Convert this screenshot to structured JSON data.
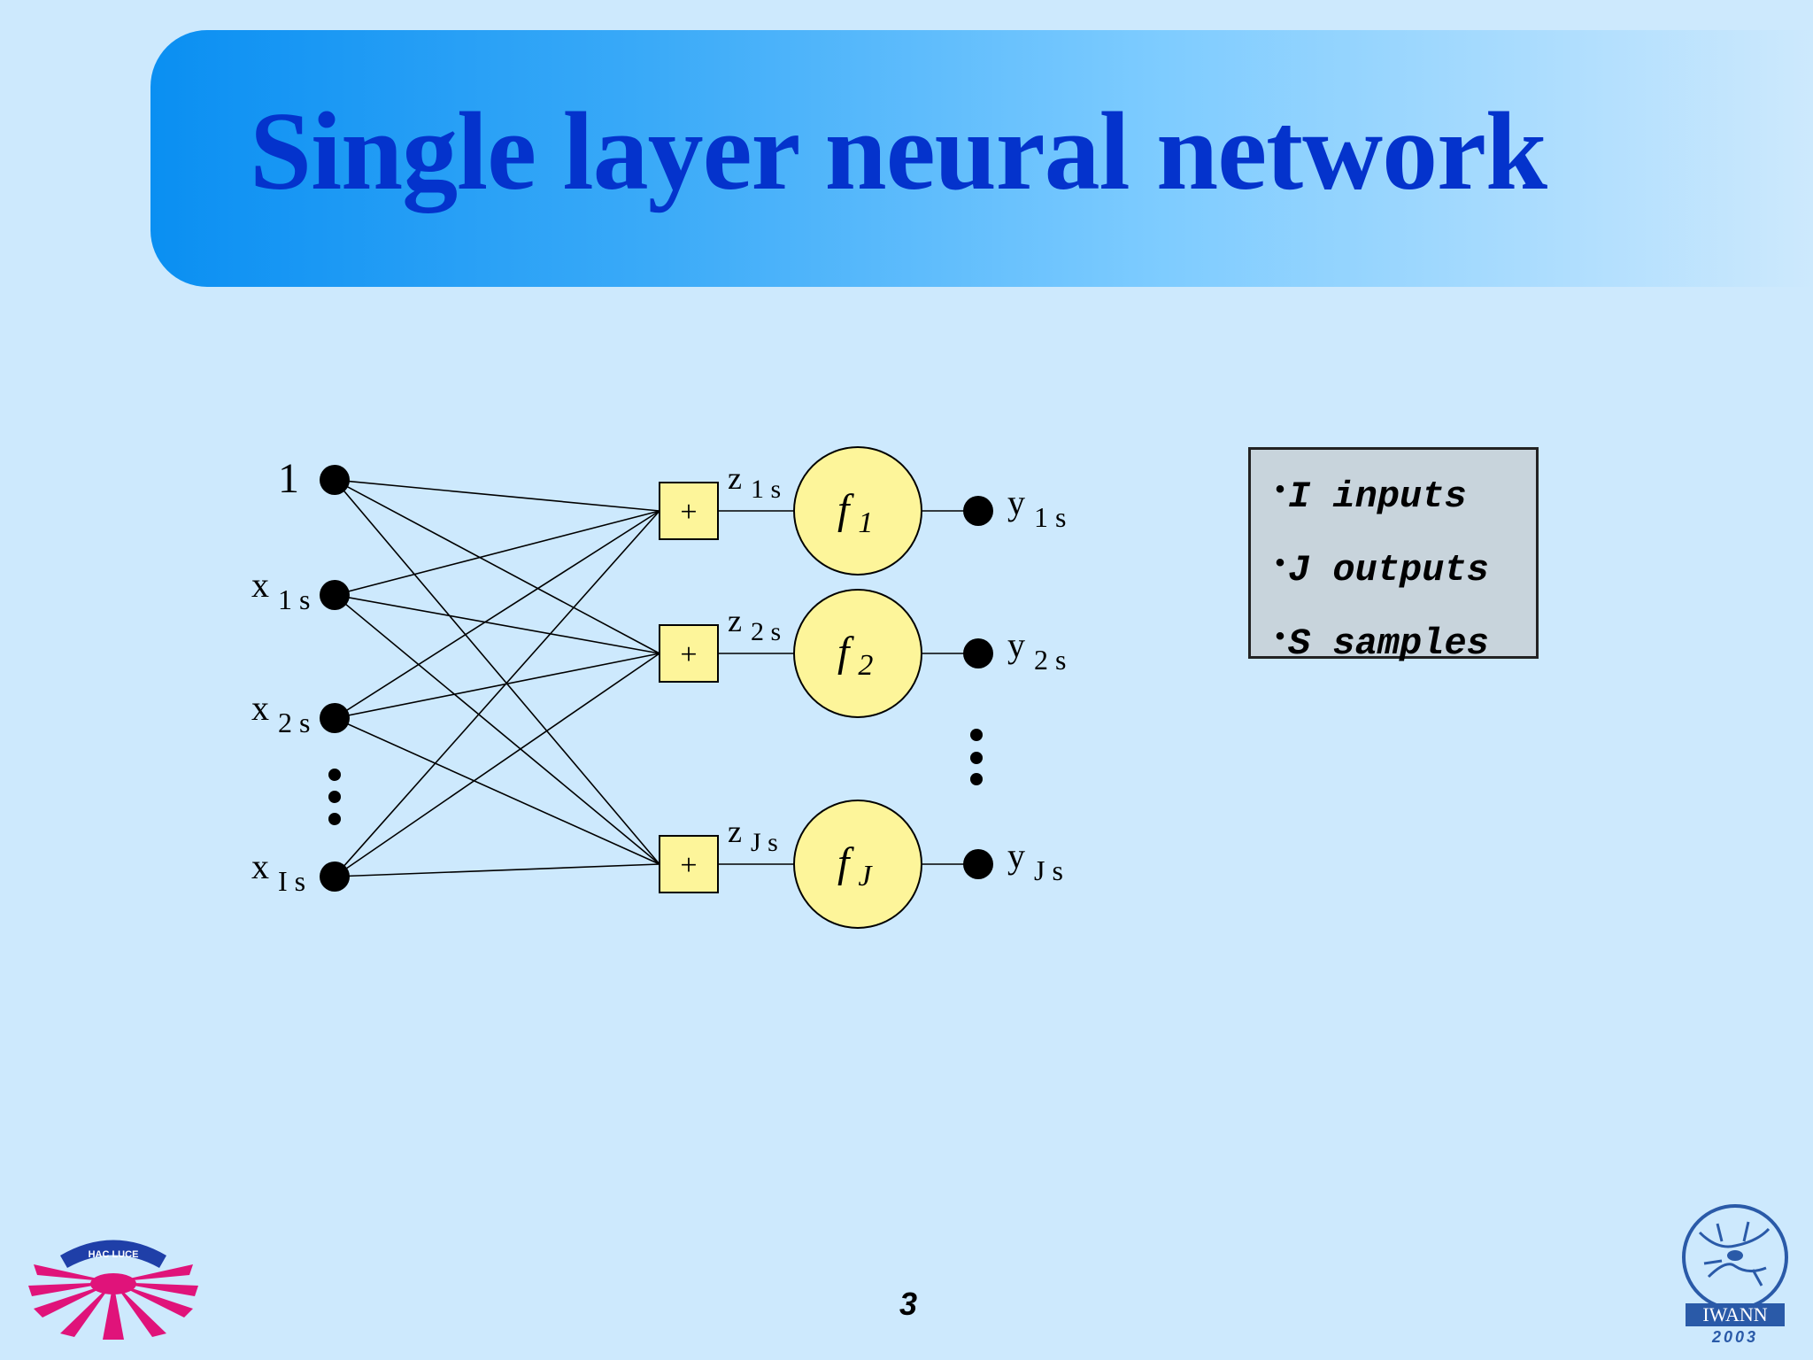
{
  "slide": {
    "title": "Single layer neural network",
    "page_number": "3"
  },
  "diagram": {
    "inputs": [
      {
        "id": "bias",
        "main": "1",
        "sub": ""
      },
      {
        "id": "x1",
        "main": "x",
        "sub": "1 s"
      },
      {
        "id": "x2",
        "main": "x",
        "sub": "2 s"
      },
      {
        "id": "xI",
        "main": "x",
        "sub": "I s"
      }
    ],
    "summations": [
      {
        "id": "sum1",
        "symbol": "+",
        "z_main": "z",
        "z_sub": "1 s"
      },
      {
        "id": "sum2",
        "symbol": "+",
        "z_main": "z",
        "z_sub": "2 s"
      },
      {
        "id": "sumJ",
        "symbol": "+",
        "z_main": "z",
        "z_sub": "J s"
      }
    ],
    "activations": [
      {
        "id": "f1",
        "main": "f",
        "sub": "1"
      },
      {
        "id": "f2",
        "main": "f",
        "sub": "2"
      },
      {
        "id": "fJ",
        "main": "f",
        "sub": "J"
      }
    ],
    "outputs": [
      {
        "id": "y1",
        "main": "y",
        "sub": "1 s"
      },
      {
        "id": "y2",
        "main": "y",
        "sub": "2 s"
      },
      {
        "id": "yJ",
        "main": "y",
        "sub": "J s"
      }
    ]
  },
  "info_box": {
    "items": [
      "I inputs",
      "J outputs",
      "S samples"
    ]
  },
  "colors": {
    "background": "#cde9fd",
    "title_text": "#0433cc",
    "node_fill": "#fdf59a",
    "box_fill": "#c8d4dc"
  },
  "logos": {
    "left": {
      "icon": "university-crest-icon",
      "text": "HAC LUCE"
    },
    "right": {
      "icon": "iwann-logo-icon",
      "name": "IWANN",
      "year": "2003"
    }
  }
}
